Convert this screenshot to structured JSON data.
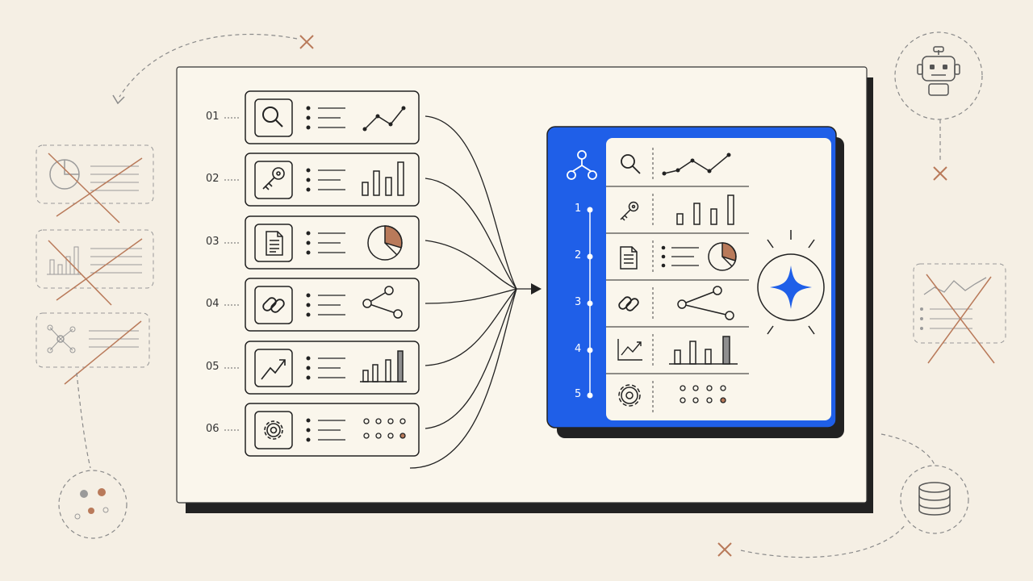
{
  "rows": [
    {
      "number": "01",
      "icon": "magnifier-icon",
      "thumbnail": "line-sparkline-icon"
    },
    {
      "number": "02",
      "icon": "key-icon",
      "thumbnail": "bar-chart-icon"
    },
    {
      "number": "03",
      "icon": "document-icon",
      "thumbnail": "pie-chart-icon"
    },
    {
      "number": "04",
      "icon": "link-icon",
      "thumbnail": "network-icon"
    },
    {
      "number": "05",
      "icon": "trend-up-icon",
      "thumbnail": "bar-chart-icon"
    },
    {
      "number": "06",
      "icon": "gear-icon",
      "thumbnail": "dot-grid-icon"
    }
  ],
  "panel": {
    "header_icon": "hierarchy-icon",
    "steps": [
      "1",
      "2",
      "3",
      "4",
      "5"
    ],
    "center_icon": "sparkle-star-icon"
  },
  "colors": {
    "background": "#f5efe4",
    "canvas": "#faf6ec",
    "ink": "#222222",
    "panel_blue": "#1f5fe8",
    "accent": "#b97a5a",
    "muted": "#8f8f8f"
  }
}
